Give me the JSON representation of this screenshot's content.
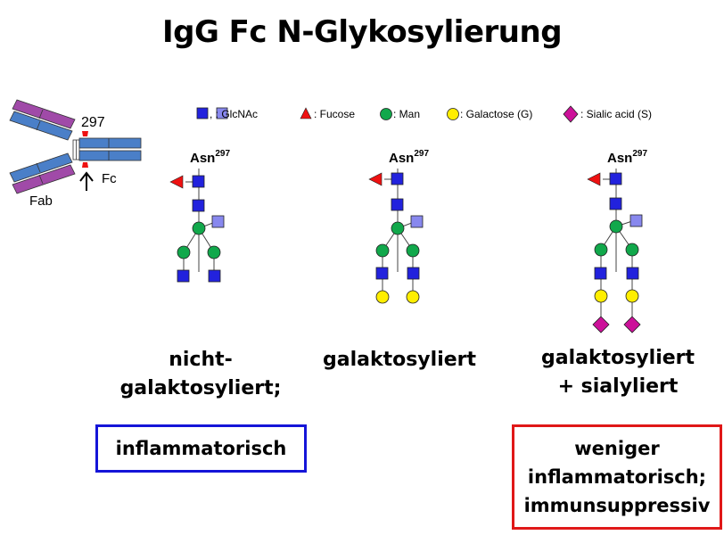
{
  "title": "IgG Fc N-Glykosylierung",
  "antibody": {
    "site_label": "297",
    "fc_label": "Fc",
    "fab_label": "Fab"
  },
  "legend": {
    "glcnac": ", : GlcNAc",
    "fucose": ": Fucose",
    "man": ": Man",
    "galactose": ": Galactose (G)",
    "sialic": ": Sialic acid (S)"
  },
  "asn": {
    "base": "Asn",
    "sup": "297"
  },
  "structures": [
    {
      "label_line1": "nicht-",
      "label_line2": "galaktosyliert;"
    },
    {
      "label_line1": "galaktosyliert"
    },
    {
      "label_line1": "galaktosyliert",
      "label_line2": "+ sialyliert"
    }
  ],
  "boxes": {
    "left": {
      "text": "inflammatorisch",
      "color": "#1515d8"
    },
    "right": {
      "line1": "weniger",
      "line2": "inflammatorisch;",
      "line3": "immunsuppressiv",
      "color": "#e01818"
    }
  },
  "colors": {
    "glcnac": "#2222dd",
    "glcnac_light": "#8888ee",
    "fucose": "#ee1111",
    "man": "#11a84b",
    "galactose": "#ffee00",
    "sialic": "#cc1199",
    "heavy_chain": "#4a7fc8",
    "light_chain": "#a04aa8"
  }
}
